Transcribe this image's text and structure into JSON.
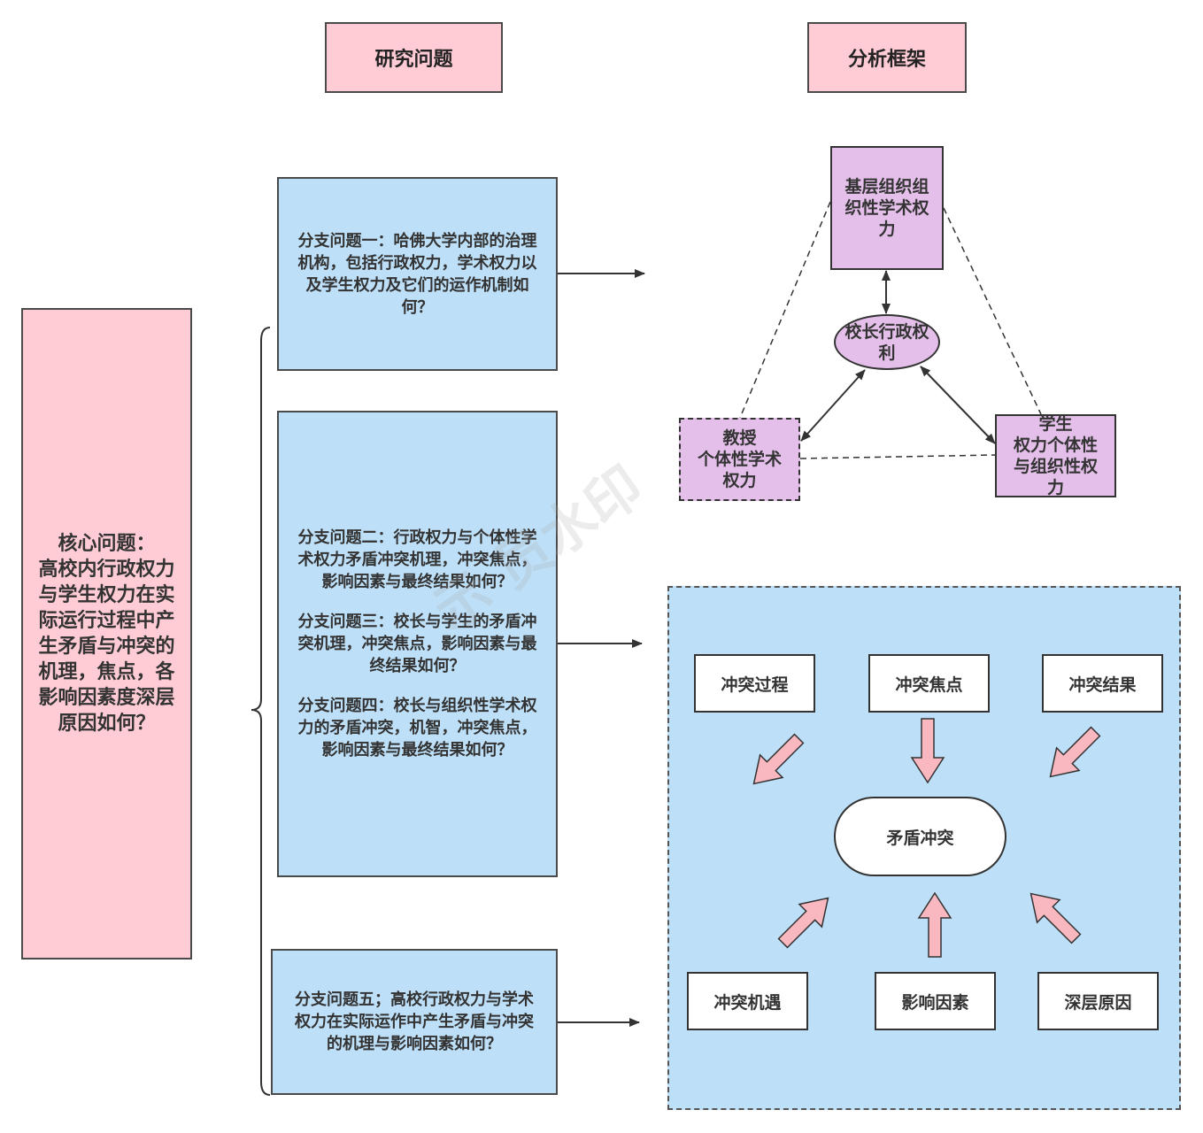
{
  "headers": {
    "research": "研究问题",
    "framework": "分析框架"
  },
  "core_question": "核心问题：\n高校内行政权力\n与学生权力在实\n际运行过程中产\n生矛盾与冲突的\n机理，焦点，各\n影响因素度深层\n原因如何？",
  "branch_questions": {
    "q1": "分支问题一：哈佛大学内部的治理\n机构，包括行政权力，学术权力以\n及学生权力及它们的运作机制如\n何？",
    "q2": "分支问题二：行政权力与个体性学\n术权力矛盾冲突机理，冲突焦点，\n影响因素与最终结果如何？",
    "q3": "分支问题三：校长与学生的矛盾冲\n突机理，冲突焦点，影响因素与最\n终结果如何？",
    "q4": "分支问题四：校长与组织性学术权\n力的矛盾冲突，机智，冲突焦点，\n影响因素与最终结果如何？",
    "q5": "分支问题五；高校行政权力与学术\n权力在实际运作中产生矛盾与冲突\n的机理与影响因素如何？"
  },
  "power_framework": {
    "top": "基层组织组\n织性学术权\n力",
    "center": "校长行政权\n利",
    "left": "教授\n个体性学术\n权力",
    "right": "学生\n权力个体性\n与组织性权\n力"
  },
  "conflict_model": {
    "center": "矛盾冲突",
    "process": "冲突过程",
    "focus": "冲突焦点",
    "result": "冲突结果",
    "opportunity": "冲突机遇",
    "factors": "影响因素",
    "root_cause": "深层原因"
  },
  "watermark": "示 员水印",
  "colors": {
    "pink": "#ffccd5",
    "blue": "#bddff7",
    "purple": "#e3bfe9",
    "arrow_fill": "#f9b8c0"
  }
}
